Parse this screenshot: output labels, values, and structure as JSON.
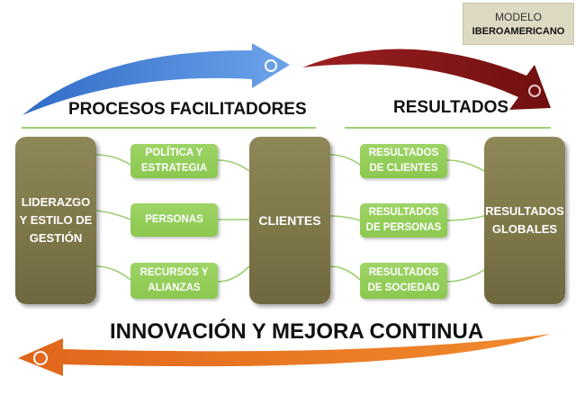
{
  "badge": {
    "line1": "MODELO",
    "line2": "IBEROAMERICANO"
  },
  "headings": {
    "procesos": "PROCESOS FACILITADORES",
    "resultados": "RESULTADOS",
    "innovacion": "INNOVACIÓN Y MEJORA CONTINUA"
  },
  "pillars": {
    "liderazgo": "LIDERAZGO\nY ESTILO DE\nGESTIÓN",
    "clientes": "CLIENTES",
    "globales": "RESULTADOS\nGLOBALES"
  },
  "facilitadores": {
    "politica": "POLÍTICA Y\nESTRATEGIA",
    "personas": "PERSONAS",
    "recursos": "RECURSOS Y\nALIANZAS"
  },
  "resultados": {
    "clientes": "RESULTADOS\nDE CLIENTES",
    "personas": "RESULTADOS\nDE PERSONAS",
    "sociedad": "RESULTADOS\nDE SOCIEDAD"
  },
  "colors": {
    "arrow_blue": "#4f86d9",
    "arrow_red": "#8b1a1a",
    "arrow_orange": "#e8721e",
    "pill_green": "#92cd58",
    "pillar_olive": "#7e7748",
    "rule_green": "#9bcf72"
  }
}
